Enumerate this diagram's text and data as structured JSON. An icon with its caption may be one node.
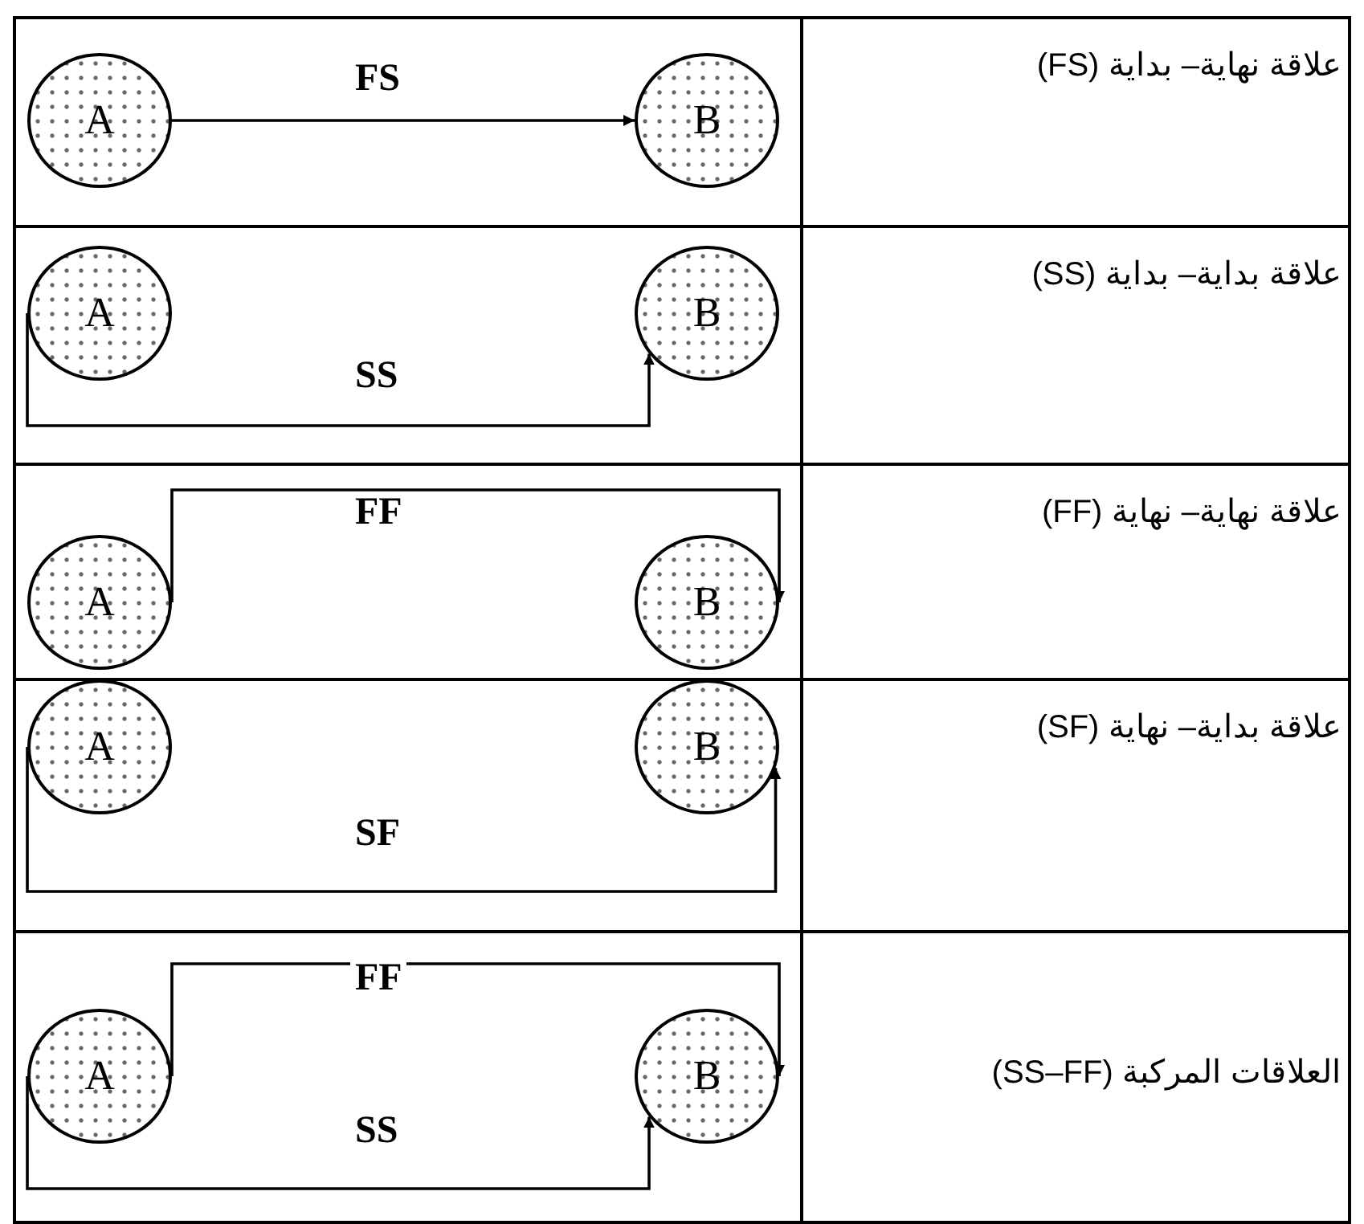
{
  "diagram": {
    "nodes": [
      {
        "text": [
          "A"
        ]
      },
      {
        "text": [
          "B"
        ]
      },
      {
        "text": [
          "A"
        ]
      },
      {
        "text": [
          "B"
        ]
      },
      {
        "text": [
          "A"
        ]
      },
      {
        "text": [
          "B"
        ]
      },
      {
        "text": [
          "A"
        ]
      },
      {
        "text": [
          "B"
        ]
      },
      {
        "text": [
          "A"
        ]
      },
      {
        "text": [
          "B"
        ]
      }
    ],
    "edges": [
      {
        "from": 0,
        "to": 1,
        "arrow": "to",
        "label": "FS"
      },
      {
        "from": 2,
        "to": 3,
        "arrow": "to",
        "label": "SS"
      },
      {
        "from": 4,
        "to": 5,
        "arrow": "to",
        "label": "FF"
      },
      {
        "from": 6,
        "to": 7,
        "arrow": "to",
        "label": "SF"
      },
      {
        "from": 8,
        "to": 9,
        "arrow": "to",
        "label": "FF"
      },
      {
        "from": 8,
        "to": 9,
        "arrow": "to",
        "label": "SS"
      }
    ],
    "labels": [
      "علاقة نهاية– بداية (FS)",
      "علاقة بداية– بداية (SS)",
      "علاقة نهاية– نهاية (FF)",
      "علاقة بداية– نهاية (SF)",
      "العلاقات المركبة (SS–FF)"
    ]
  }
}
